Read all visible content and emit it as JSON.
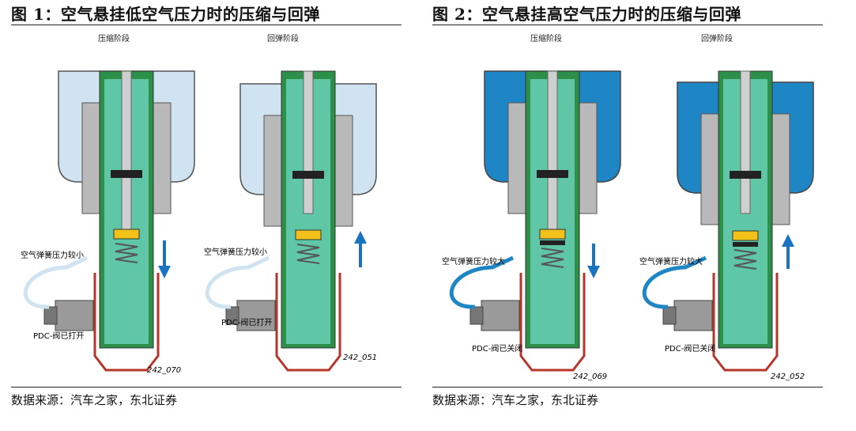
{
  "figure1": {
    "title": "图 1：空气悬挂低空气压力时的压缩与回弹",
    "stage_compress": "压缩阶段",
    "stage_rebound": "回弹阶段",
    "spring_label_a": "空气弹簧压力较小",
    "spring_label_b": "空气弹簧压力较小",
    "valve_label_a": "PDC-阀已打开",
    "valve_label_b": "PDC-阀已打开",
    "code_a": "242_070",
    "code_b": "242_051",
    "bellows_color": "#cfe3f1",
    "source": "数据来源：汽车之家，东北证券"
  },
  "figure2": {
    "title": "图 2：空气悬挂高空气压力时的压缩与回弹",
    "stage_compress": "压缩阶段",
    "stage_rebound": "回弹阶段",
    "spring_label_a": "空气弹簧压力较大",
    "spring_label_b": "空气弹簧压力较大",
    "valve_label_a": "PDC-阀已关闭",
    "valve_label_b": "PDC-阀已关闭",
    "code_a": "242_069",
    "code_b": "242_052",
    "bellows_color": "#1f86c6",
    "source": "数据来源：汽车之家，东北证券"
  },
  "colors": {
    "fluid": "#5fc7a6",
    "tube_green": "#1d9a4a",
    "shell_red": "#b8352a",
    "arrow_blue": "#1a73c0",
    "rim_pink": "#c98bbd"
  }
}
